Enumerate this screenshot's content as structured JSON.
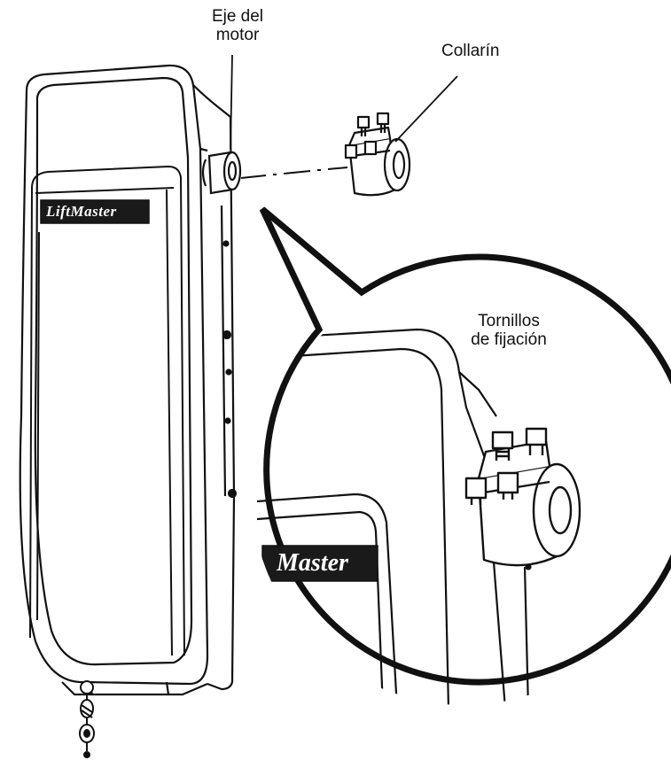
{
  "labels": {
    "motor_shaft_line1": "Eje del",
    "motor_shaft_line2": "motor",
    "collar": "Collarín",
    "set_screws_line1": "Tornillos",
    "set_screws_line2": "de fijación"
  },
  "brand": {
    "main_nameplate": "LiftMaster",
    "zoom_nameplate": "Master"
  },
  "colors": {
    "line": "#111111",
    "nameplate": "#1a1a1a",
    "background": "#ffffff"
  }
}
